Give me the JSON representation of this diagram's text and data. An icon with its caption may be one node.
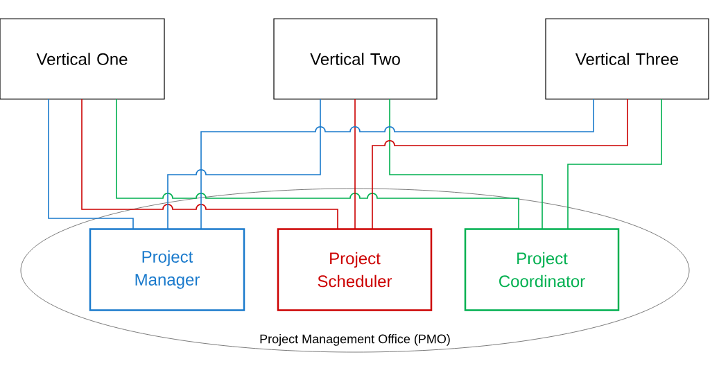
{
  "diagram": {
    "nodes": [
      {
        "text": [
          "Vertical One"
        ]
      },
      {
        "text": [
          "Vertical Two"
        ]
      },
      {
        "text": [
          "Vertical Three"
        ]
      },
      {
        "text": [
          "Project Management Office (PMO)"
        ]
      },
      {
        "text": [
          "Project Manager"
        ],
        "in": 3
      },
      {
        "text": [
          "Project Scheduler"
        ],
        "in": 3
      },
      {
        "text": [
          "Project Coordinator"
        ],
        "in": 3
      }
    ],
    "edges": [
      {
        "from": 0,
        "to": 4,
        "arrow": "none",
        "color": "#1a7acc"
      },
      {
        "from": 0,
        "to": 5,
        "arrow": "none",
        "color": "#cc0000"
      },
      {
        "from": 0,
        "to": 6,
        "arrow": "none",
        "color": "#00b050"
      },
      {
        "from": 1,
        "to": 4,
        "arrow": "none",
        "color": "#1a7acc"
      },
      {
        "from": 1,
        "to": 5,
        "arrow": "none",
        "color": "#cc0000"
      },
      {
        "from": 1,
        "to": 6,
        "arrow": "none",
        "color": "#00b050"
      },
      {
        "from": 2,
        "to": 4,
        "arrow": "none",
        "color": "#1a7acc"
      },
      {
        "from": 2,
        "to": 5,
        "arrow": "none",
        "color": "#cc0000"
      },
      {
        "from": 2,
        "to": 6,
        "arrow": "none",
        "color": "#00b050"
      }
    ]
  }
}
